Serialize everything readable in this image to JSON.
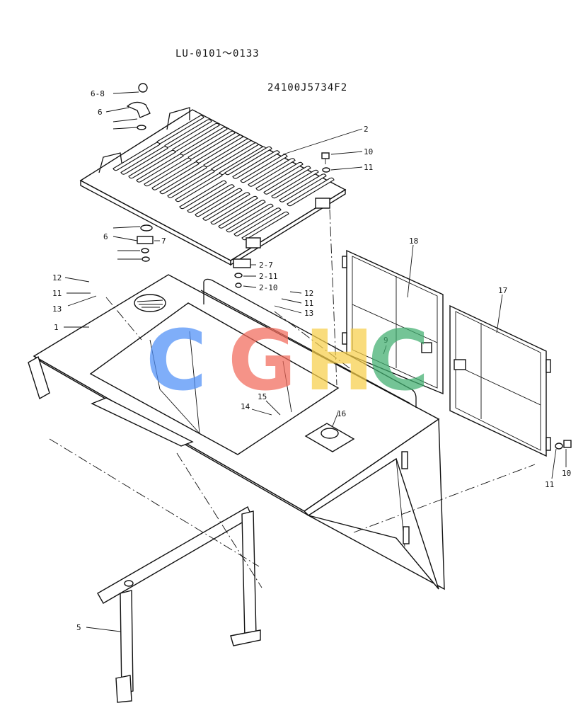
{
  "header": {
    "serial_range": "LU-0101～0133",
    "part_number": "24100J5734F2"
  },
  "watermark": {
    "letters": [
      "C",
      "G",
      "H",
      "C"
    ],
    "colors": [
      "#4f8ff7",
      "#f26a5b",
      "#f7cf4a",
      "#3fae6e"
    ]
  },
  "callouts": [
    {
      "id": "c-6-8",
      "text": "6-8"
    },
    {
      "id": "c-6a",
      "text": "6"
    },
    {
      "id": "c-2",
      "text": "2"
    },
    {
      "id": "c-10a",
      "text": "10"
    },
    {
      "id": "c-11a",
      "text": "11"
    },
    {
      "id": "c-6b",
      "text": "6"
    },
    {
      "id": "c-7",
      "text": "7"
    },
    {
      "id": "c-2-7",
      "text": "2-7"
    },
    {
      "id": "c-2-11",
      "text": "2-11"
    },
    {
      "id": "c-2-10",
      "text": "2-10"
    },
    {
      "id": "c-12a",
      "text": "12"
    },
    {
      "id": "c-11b",
      "text": "11"
    },
    {
      "id": "c-13a",
      "text": "13"
    },
    {
      "id": "c-1",
      "text": "1"
    },
    {
      "id": "c-12b",
      "text": "12"
    },
    {
      "id": "c-11c",
      "text": "11"
    },
    {
      "id": "c-13b",
      "text": "13"
    },
    {
      "id": "c-18",
      "text": "18"
    },
    {
      "id": "c-17",
      "text": "17"
    },
    {
      "id": "c-9",
      "text": "9"
    },
    {
      "id": "c-15",
      "text": "15"
    },
    {
      "id": "c-14",
      "text": "14"
    },
    {
      "id": "c-16",
      "text": "16"
    },
    {
      "id": "c-10b",
      "text": "10"
    },
    {
      "id": "c-11d",
      "text": "11"
    },
    {
      "id": "c-5",
      "text": "5"
    }
  ]
}
